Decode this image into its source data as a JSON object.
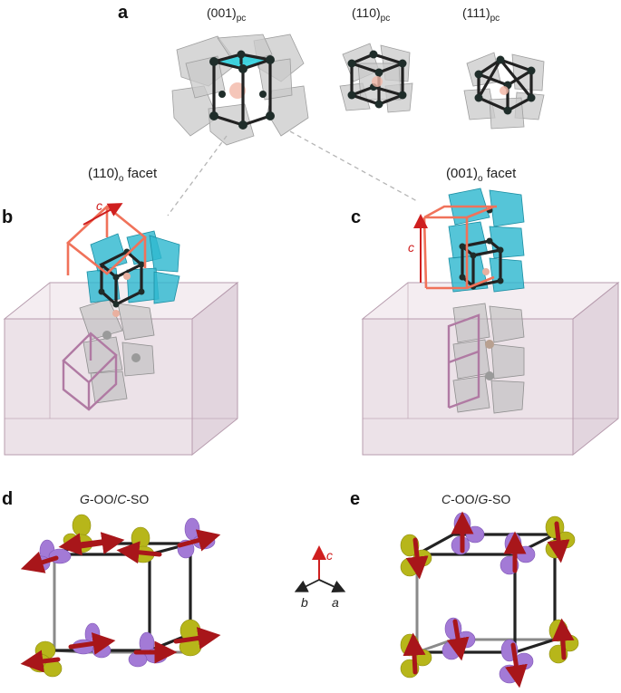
{
  "panels": {
    "a": {
      "label": "a",
      "views": [
        {
          "main": "(001)",
          "sub": "pc"
        },
        {
          "main": "(110)",
          "sub": "pc"
        },
        {
          "main": "(111)",
          "sub": "pc"
        }
      ]
    },
    "b": {
      "label": "b",
      "facet_main": "(110)",
      "facet_sub": "o",
      "facet_suffix": " facet",
      "axis": "c"
    },
    "c": {
      "label": "c",
      "facet_main": "(001)",
      "facet_sub": "o",
      "facet_suffix": " facet",
      "axis": "c"
    },
    "d": {
      "label": "d",
      "title_a": "G",
      "title_b": "-OO/",
      "title_c": "C",
      "title_d": "-SO"
    },
    "e": {
      "label": "e",
      "title_a": "C",
      "title_b": "-OO/",
      "title_c": "G",
      "title_d": "-SO"
    }
  },
  "axes": {
    "c": "c",
    "b": "b",
    "a": "a"
  },
  "colors": {
    "cyan_octahedra": "#2fb8cf",
    "gray_octahedra": "#c9c9c9",
    "unit_cell_orange": "#f0725a",
    "unit_cell_mauve": "#b07aa3",
    "orbital_yellow": "#b7b61a",
    "orbital_purple": "#a37ad6",
    "spin_arrow": "#a8161a",
    "substrate": "#dccbd6"
  }
}
